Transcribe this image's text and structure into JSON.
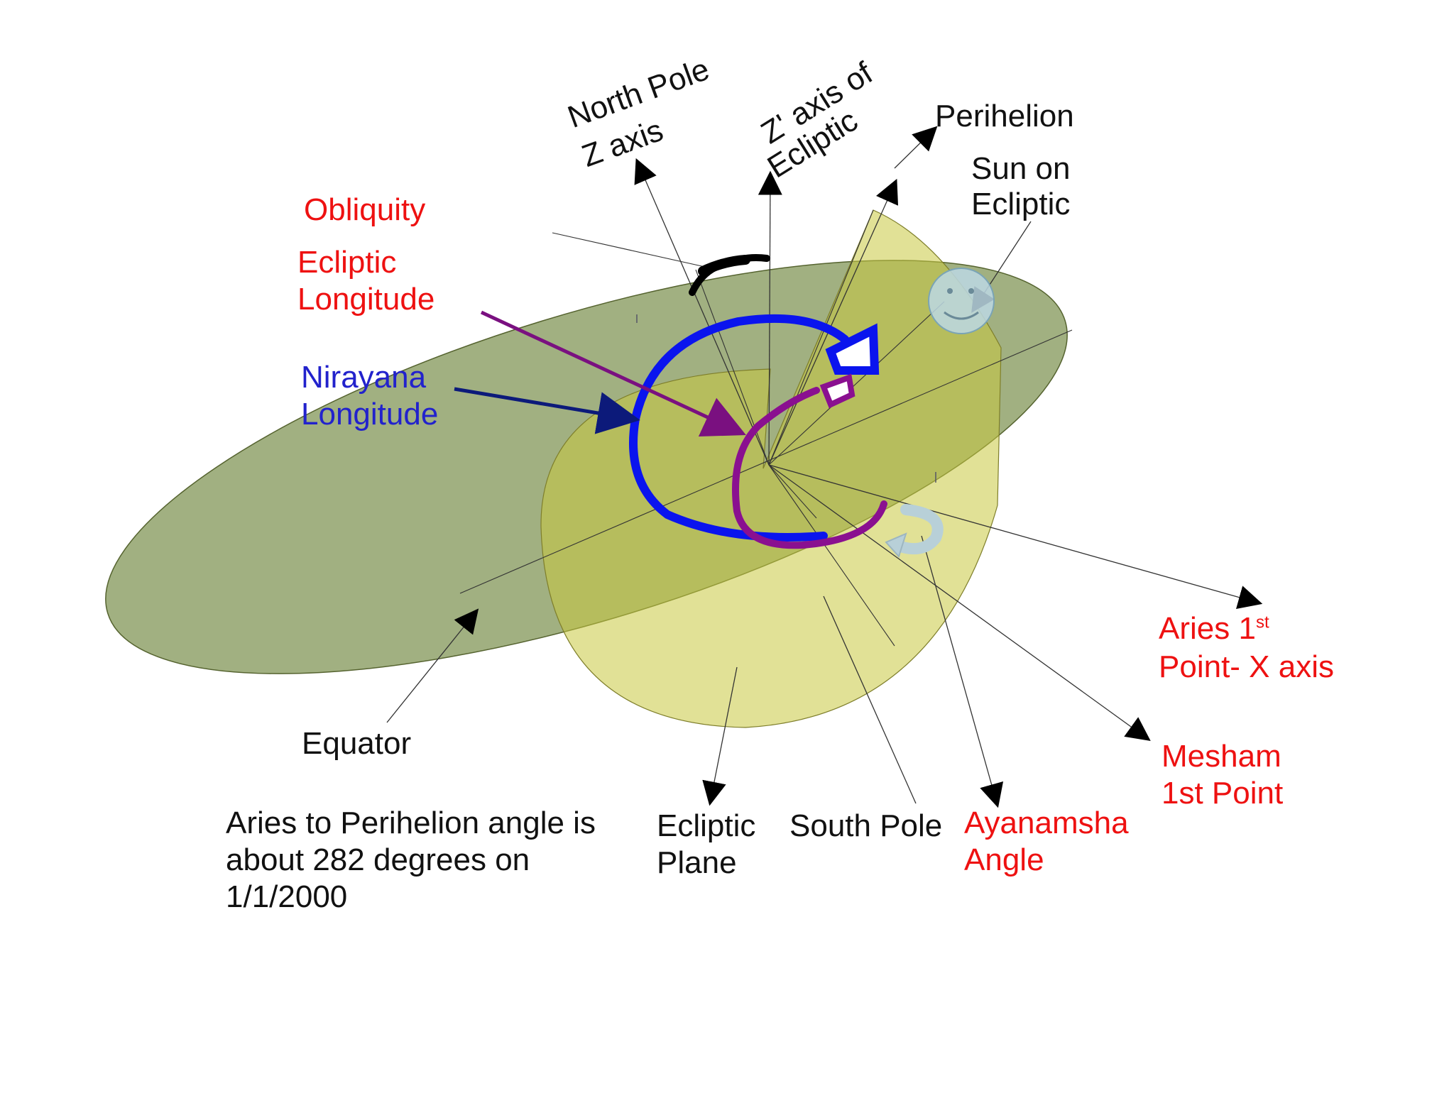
{
  "labels": {
    "north_pole_1": "North Pole",
    "north_pole_2": "Z axis",
    "z_prime_1": "Z' axis of",
    "z_prime_2": "Ecliptic",
    "perihelion": "Perihelion",
    "sun_1": "Sun on",
    "sun_2": "Ecliptic",
    "obliquity": "Obliquity",
    "ecl_long_1": "Ecliptic",
    "ecl_long_2": "Longitude",
    "nirayana_1": "Nirayana",
    "nirayana_2": "Longitude",
    "aries_1": "Aries 1",
    "aries_sup": "st",
    "aries_2": "Point- X axis",
    "mesham_1": "Mesham",
    "mesham_2": "1st Point",
    "equator": "Equator",
    "note_1": "Aries to Perihelion angle is",
    "note_2": "about 282 degrees on",
    "note_3": "1/1/2000",
    "ecl_plane_1": "Ecliptic",
    "ecl_plane_2": "Plane",
    "south_pole": "South Pole",
    "ayanamsha_1": "Ayanamsha",
    "ayanamsha_2": "Angle"
  },
  "colors": {
    "equator_plane": "#7d9150",
    "ecliptic_plane": "#c9c940",
    "label_red": "#ee1111",
    "label_blue": "#2222cc",
    "label_black": "#111111",
    "nirayana_arc": "#0a14ee",
    "ecliptic_arc": "#8a1090",
    "sun": "#bcd8e4"
  }
}
